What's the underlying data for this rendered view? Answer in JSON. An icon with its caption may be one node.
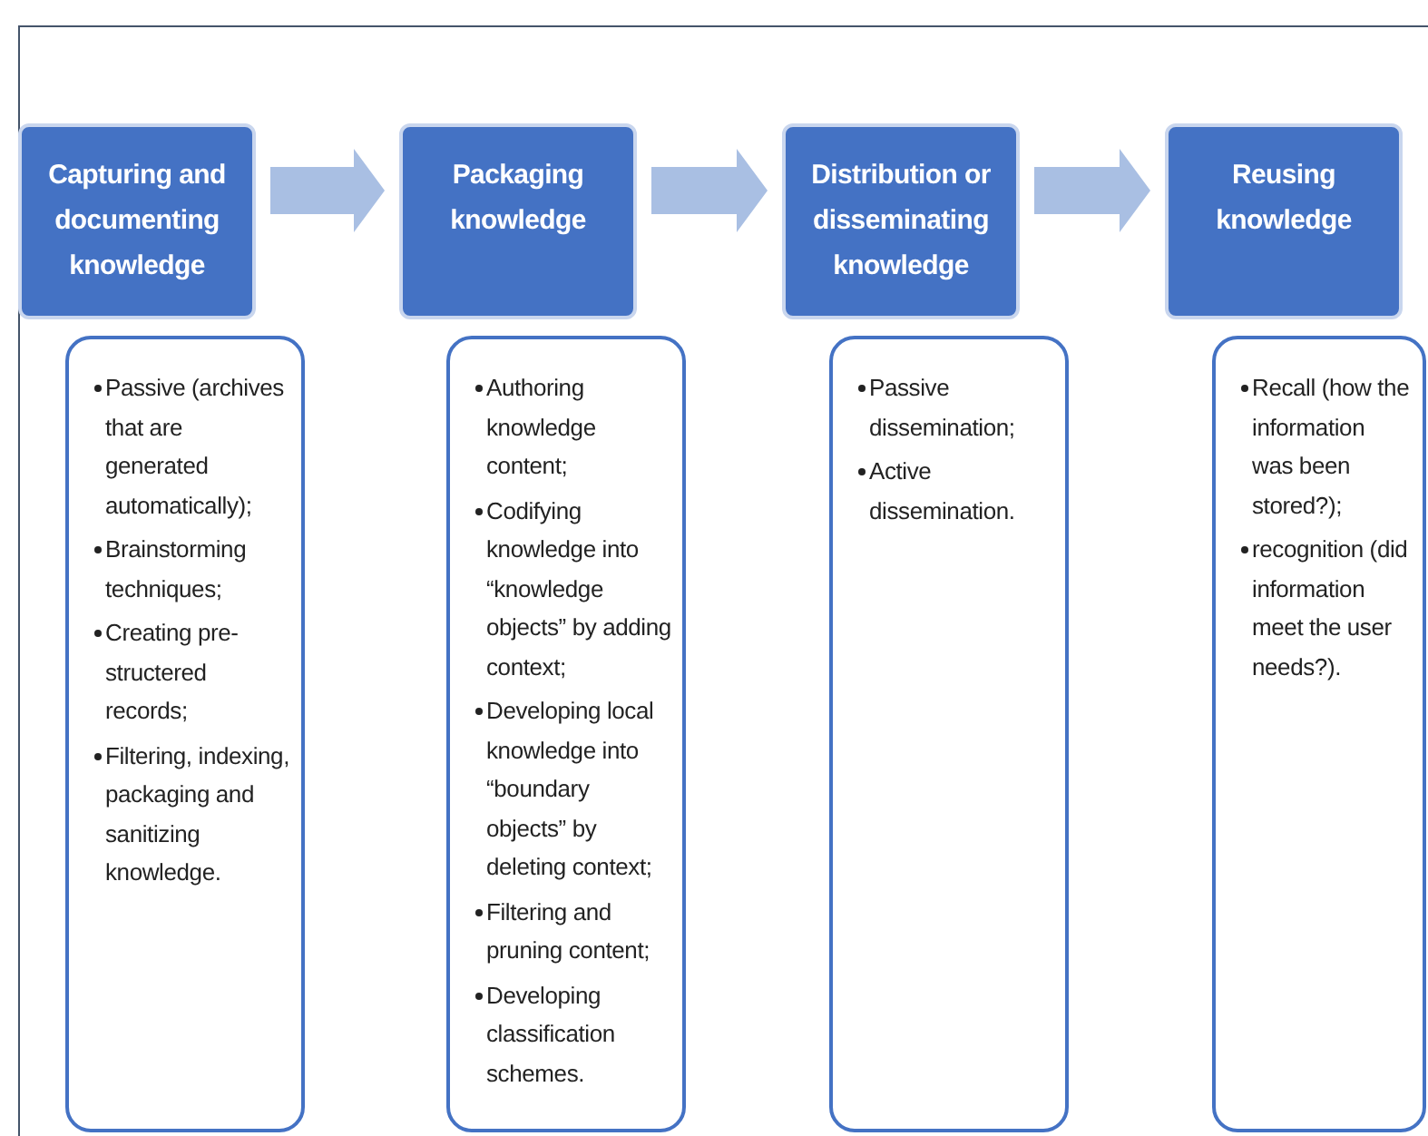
{
  "diagram": {
    "nodes": [
      {
        "text": [
          "Capturing and documenting knowledge"
        ]
      },
      {
        "text": [
          "Passive (archives that are generated automatically);",
          "Brainstorming techniques;",
          "Creating pre-structered records;",
          "Filtering, indexing, packaging and sanitizing knowledge."
        ]
      },
      {
        "text": [
          "Packaging knowledge"
        ]
      },
      {
        "text": [
          "Authoring knowledge content;",
          "Codifying knowledge into “knowledge objects” by adding context;",
          "Developing local knowledge into “boundary objects” by deleting context;",
          "Filtering and pruning content;",
          "Developing classification schemes."
        ]
      },
      {
        "text": [
          "Distribution or disseminating knowledge"
        ]
      },
      {
        "text": [
          "Passive dissemination;",
          "Active dissemination."
        ]
      },
      {
        "text": [
          "Reusing knowledge"
        ]
      },
      {
        "text": [
          "Recall (how the information was been stored?);",
          "recognition (did information meet the user needs?)."
        ]
      }
    ],
    "edges": [
      {
        "from": 0,
        "to": 2,
        "arrow": "to",
        "style": "thick"
      },
      {
        "from": 2,
        "to": 4,
        "arrow": "to",
        "style": "thick"
      },
      {
        "from": 4,
        "to": 6,
        "arrow": "to",
        "style": "thick"
      }
    ]
  }
}
